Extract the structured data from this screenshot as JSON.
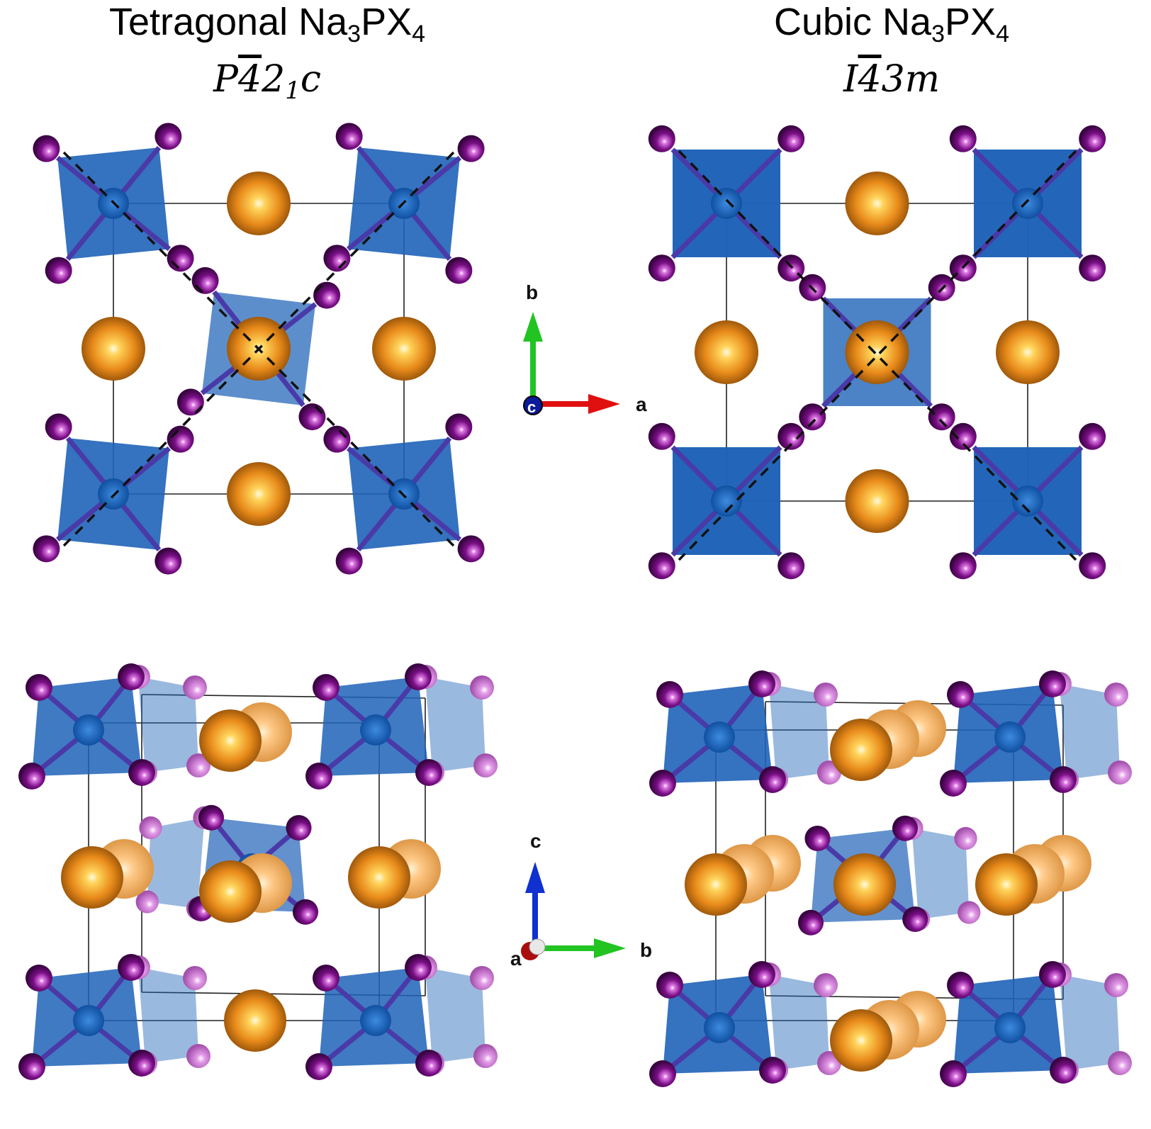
{
  "titles": {
    "left": {
      "name_pre": "Tetragonal Na",
      "sub1": "3",
      "name_mid": "PX",
      "sub2": "4",
      "group_a": "P",
      "group_bar": "4",
      "group_b": "2",
      "group_sub": "1",
      "group_c": "c"
    },
    "right": {
      "name_pre": "Cubic Na",
      "sub1": "3",
      "name_mid": "PX",
      "sub2": "4",
      "group_a": "I",
      "group_bar": "4",
      "group_b": "3m",
      "group_sub": "",
      "group_c": ""
    }
  },
  "axes": {
    "top": {
      "horizontal": "a",
      "vertical": "b",
      "out": "c"
    },
    "bottom": {
      "horizontal": "b",
      "vertical": "c",
      "out": "a"
    }
  },
  "colors": {
    "tetrahedron": "#1f63b8",
    "x_atom": "#7a0f86",
    "na_atom": "#e88a1a",
    "axis_x": "#e01010",
    "axis_y_green": "#22c422",
    "axis_z_blue": "#1030d0"
  }
}
